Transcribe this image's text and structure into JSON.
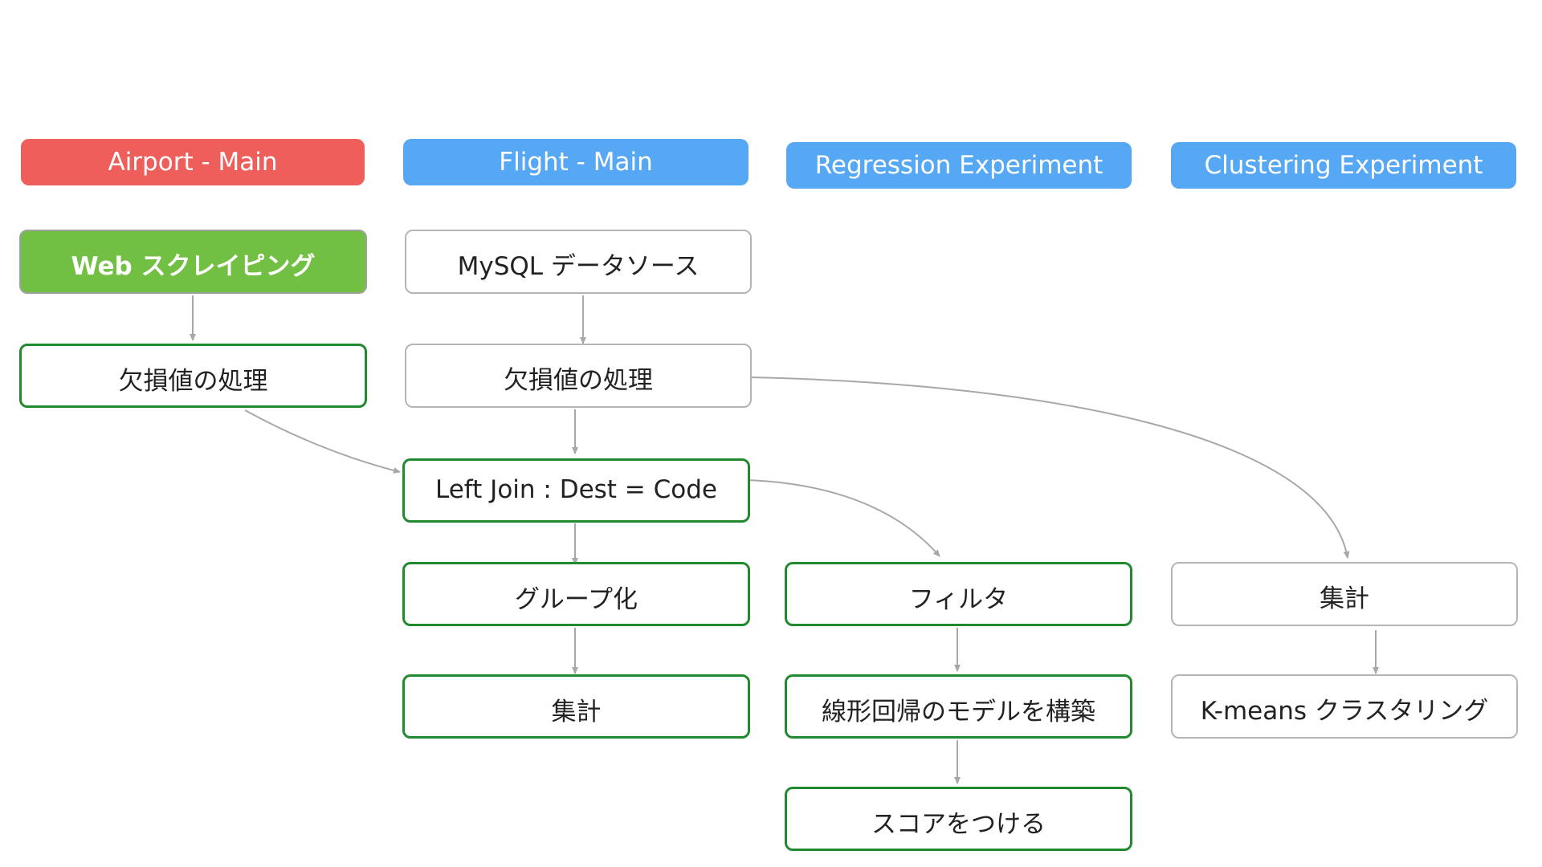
{
  "headers": {
    "airport": "Airport - Main",
    "flight": "Flight - Main",
    "regression": "Regression Experiment",
    "clustering": "Clustering Experiment"
  },
  "airport_column": {
    "web_scraping": "Web スクレイピング",
    "missing_values": "欠損値の処理"
  },
  "flight_column": {
    "mysql_source": "MySQL データソース",
    "missing_values": "欠損値の処理",
    "left_join": "Left Join : Dest = Code",
    "group_by": "グループ化",
    "aggregate": "集計"
  },
  "regression_column": {
    "filter": "フィルタ",
    "build_model": "線形回帰のモデルを構築",
    "score": "スコアをつける"
  },
  "clustering_column": {
    "aggregate": "集計",
    "kmeans": "K-means クラスタリング"
  },
  "colors": {
    "header_red": "#ee5e5a",
    "header_blue": "#56a8f4",
    "node_green_fill": "#71c043",
    "node_green_border": "#228a2e",
    "node_gray_border": "#b5b5b5",
    "connector": "#a8a8a8"
  }
}
